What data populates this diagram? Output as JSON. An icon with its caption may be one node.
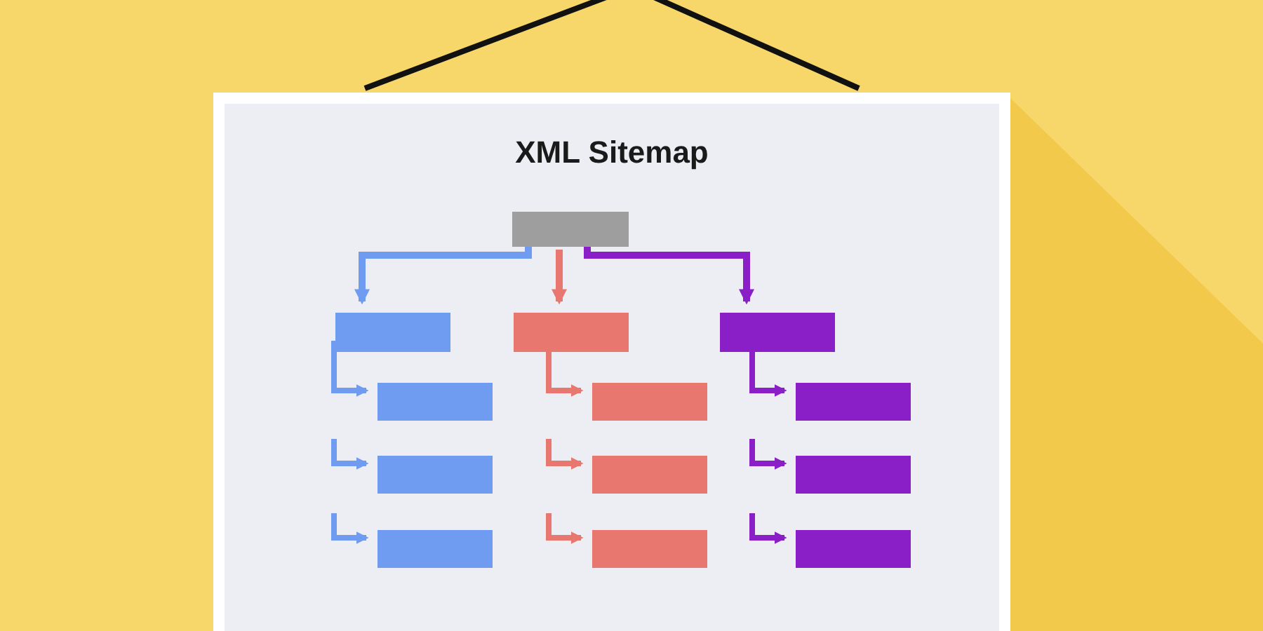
{
  "diagram": {
    "nodes": [
      {
        "text": [
          "XML Sitemap"
        ]
      },
      {
        "text": [],
        "shape": "box",
        "in": 0
      },
      {
        "text": [],
        "shape": "box",
        "in": 0
      },
      {
        "text": [],
        "shape": "box",
        "in": 0
      },
      {
        "text": [],
        "shape": "box",
        "in": 0
      },
      {
        "text": [],
        "shape": "box",
        "in": 0
      },
      {
        "text": [],
        "shape": "box",
        "in": 0
      },
      {
        "text": [],
        "shape": "box",
        "in": 0
      },
      {
        "text": [],
        "shape": "box",
        "in": 0
      },
      {
        "text": [],
        "shape": "box",
        "in": 0
      },
      {
        "text": [],
        "shape": "box",
        "in": 0
      },
      {
        "text": [],
        "shape": "box",
        "in": 0
      },
      {
        "text": [],
        "shape": "box",
        "in": 0
      },
      {
        "text": [],
        "shape": "box",
        "in": 0
      }
    ],
    "edges": [
      {
        "from": 1,
        "to": 2,
        "arrow": "to",
        "color": "#6f9bf0"
      },
      {
        "from": 1,
        "to": 3,
        "arrow": "to",
        "color": "#e8786f"
      },
      {
        "from": 1,
        "to": 4,
        "arrow": "to",
        "color": "#8a1fc8"
      },
      {
        "from": 2,
        "to": 5,
        "arrow": "to",
        "color": "#6f9bf0"
      },
      {
        "from": 3,
        "to": 6,
        "arrow": "to",
        "color": "#e8786f"
      },
      {
        "from": 4,
        "to": 7,
        "arrow": "to",
        "color": "#8a1fc8"
      },
      {
        "from": null,
        "to": 8,
        "arrow": "to",
        "color": "#6f9bf0"
      },
      {
        "from": null,
        "to": 9,
        "arrow": "to",
        "color": "#e8786f"
      },
      {
        "from": null,
        "to": 10,
        "arrow": "to",
        "color": "#8a1fc8"
      },
      {
        "from": null,
        "to": 11,
        "arrow": "to",
        "color": "#6f9bf0"
      },
      {
        "from": null,
        "to": 12,
        "arrow": "to",
        "color": "#e8786f"
      },
      {
        "from": null,
        "to": 13,
        "arrow": "to",
        "color": "#8a1fc8"
      }
    ]
  }
}
